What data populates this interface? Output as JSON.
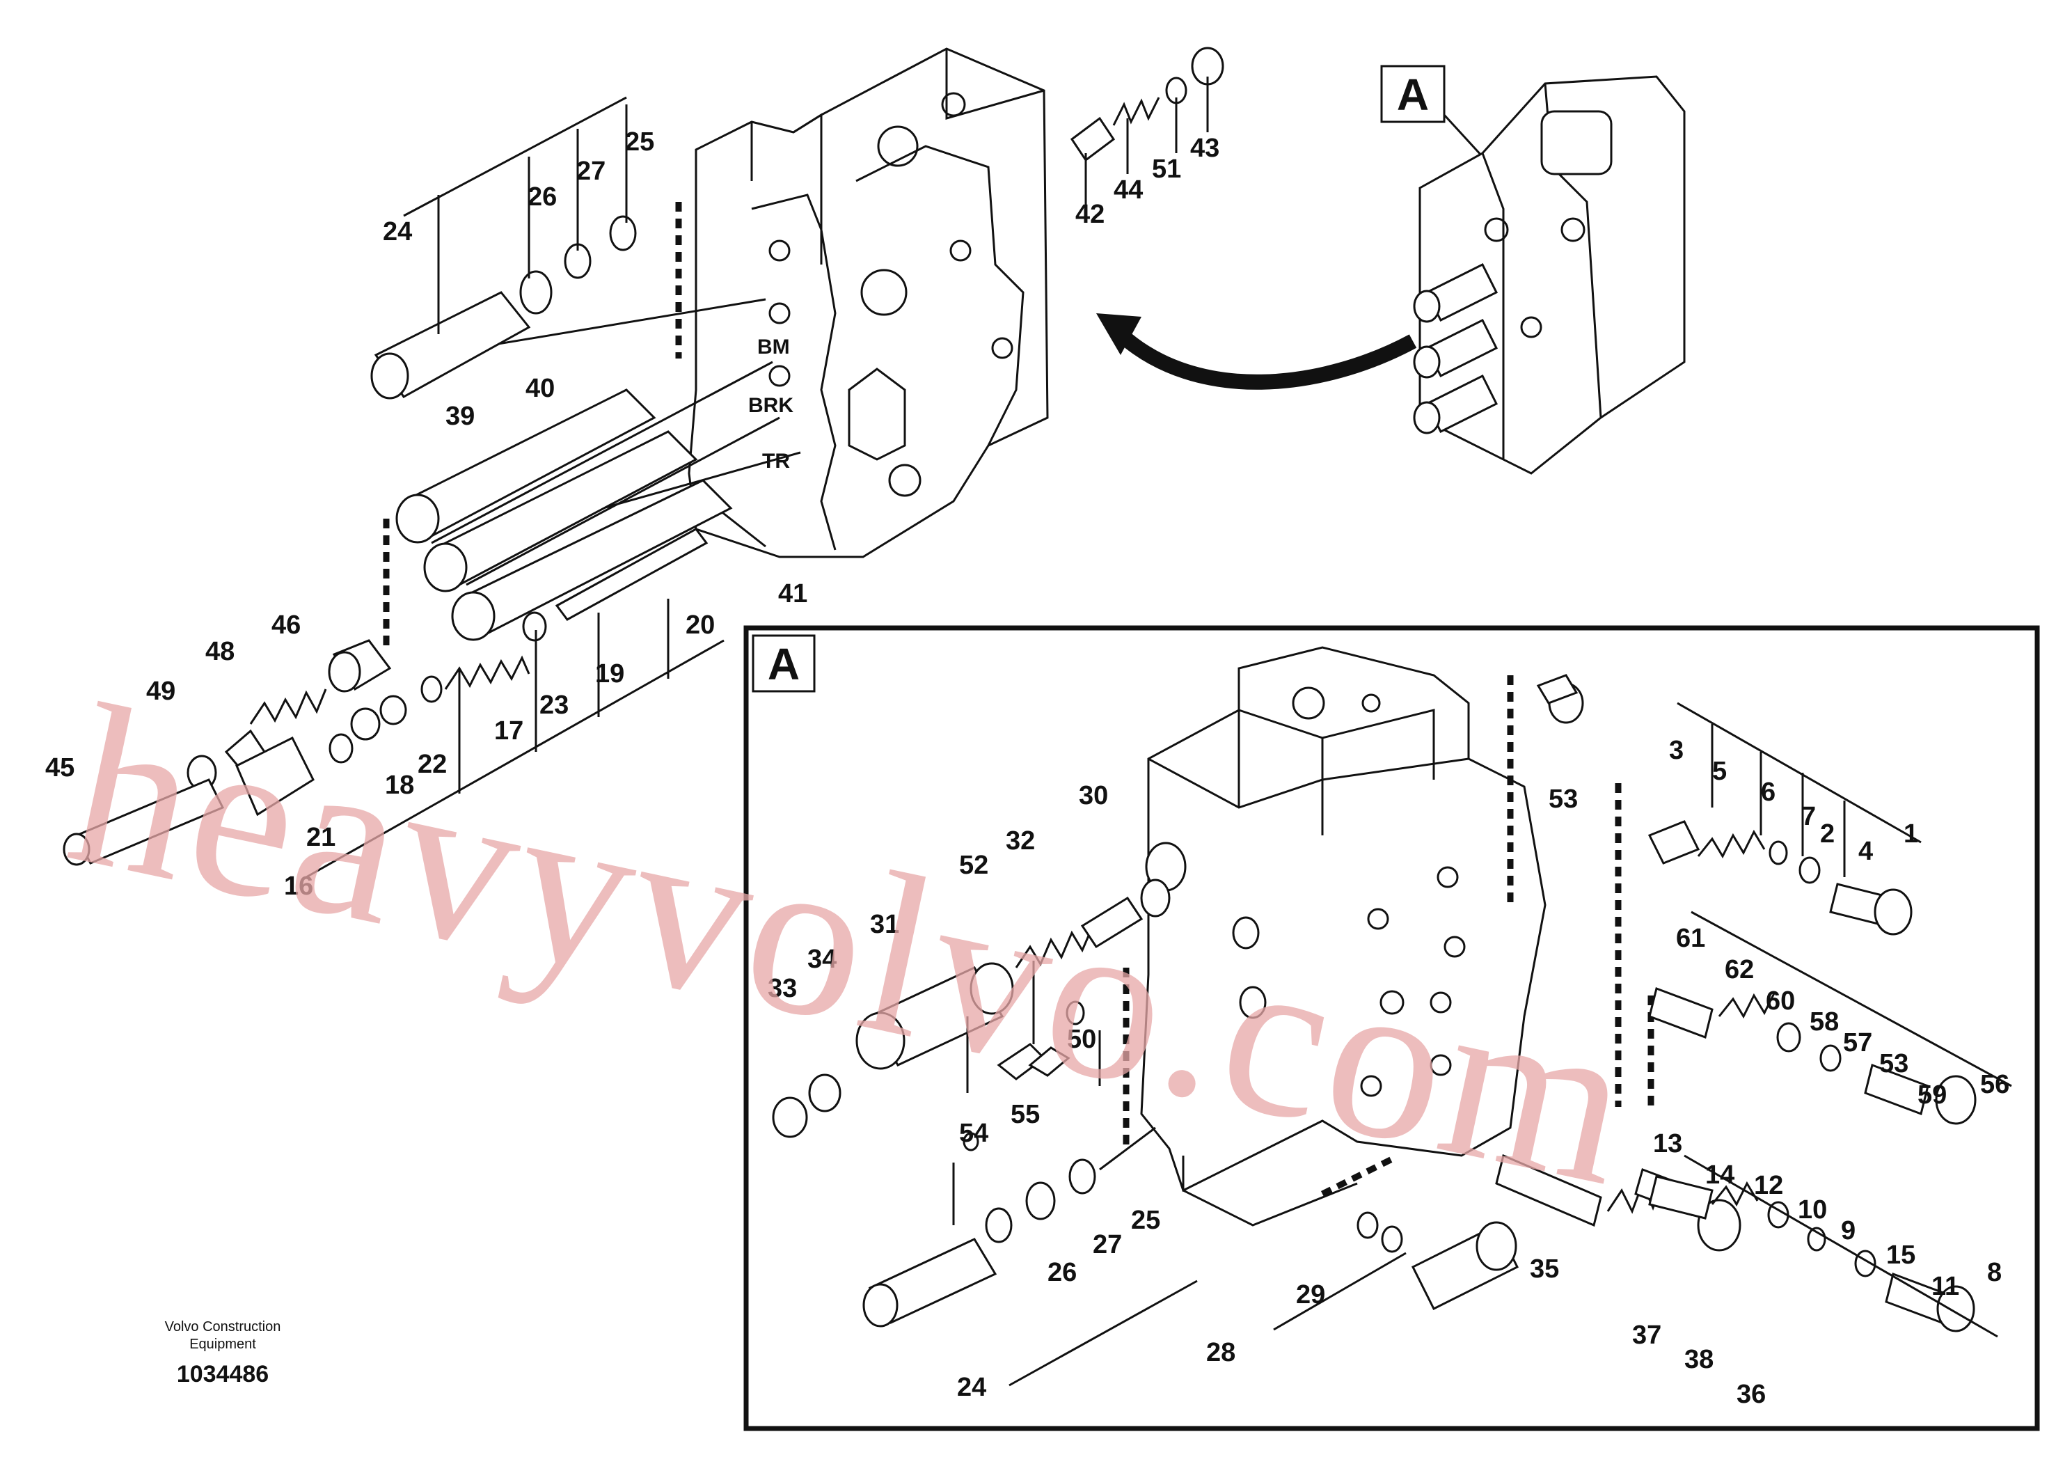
{
  "labels": {
    "main": [
      "24",
      "26",
      "27",
      "25",
      "39",
      "40",
      "41",
      "20",
      "19",
      "23",
      "17",
      "46",
      "48",
      "49",
      "45",
      "22",
      "18",
      "21",
      "16",
      "42",
      "44",
      "51",
      "43"
    ],
    "detail": [
      "3",
      "5",
      "6",
      "7",
      "2",
      "4",
      "1",
      "53",
      "30",
      "32",
      "52",
      "31",
      "34",
      "33",
      "50",
      "55",
      "54",
      "61",
      "62",
      "60",
      "58",
      "57",
      "53",
      "59",
      "56",
      "13",
      "14",
      "12",
      "10",
      "9",
      "15",
      "11",
      "8",
      "25",
      "27",
      "26",
      "24",
      "29",
      "28",
      "35",
      "37",
      "38",
      "36"
    ]
  },
  "ports": [
    "BM",
    "BRK",
    "TR"
  ],
  "callout": {
    "letter": "A"
  },
  "detail_box": {
    "letter": "A"
  },
  "footer": {
    "line1": "Volvo Construction",
    "line2": "Equipment",
    "number": "1034486"
  },
  "watermark": "heavyvolvo.com"
}
